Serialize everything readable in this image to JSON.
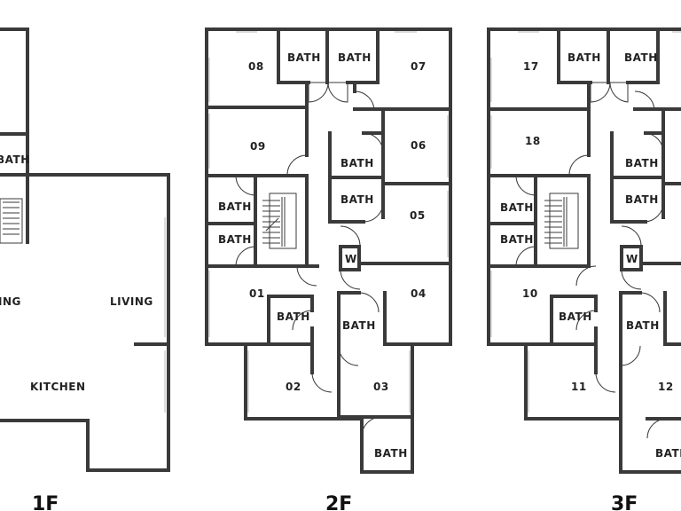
{
  "floors": [
    {
      "label": "1F",
      "rooms": {
        "bath": "BATH",
        "living_left": "ING",
        "living": "LIVING",
        "kitchen": "KITCHEN"
      }
    },
    {
      "label": "2F",
      "rooms": {
        "r08": "08",
        "r07": "07",
        "r09": "09",
        "r06": "06",
        "r05": "05",
        "r01": "01",
        "r04": "04",
        "r02": "02",
        "r03": "03",
        "w": "W",
        "bath_a": "BATH",
        "bath_b": "BATH",
        "bath_c": "BATH",
        "bath_d": "BATH",
        "bath_e": "BATH",
        "bath_f": "BATH",
        "bath_g": "BATH",
        "bath_h": "BATH",
        "bath_i": "BATH"
      }
    },
    {
      "label": "3F",
      "rooms": {
        "r17": "17",
        "r18": "18",
        "r10": "10",
        "r11": "11",
        "r12": "12",
        "w": "W",
        "bath_a": "BATH",
        "bath_b": "BATH",
        "bath_c": "BATH",
        "bath_d": "BATH",
        "bath_e": "BATH",
        "bath_f": "BATH",
        "bath_g": "BATH",
        "bath_h": "BATH",
        "bath_i": "BATH"
      }
    }
  ]
}
